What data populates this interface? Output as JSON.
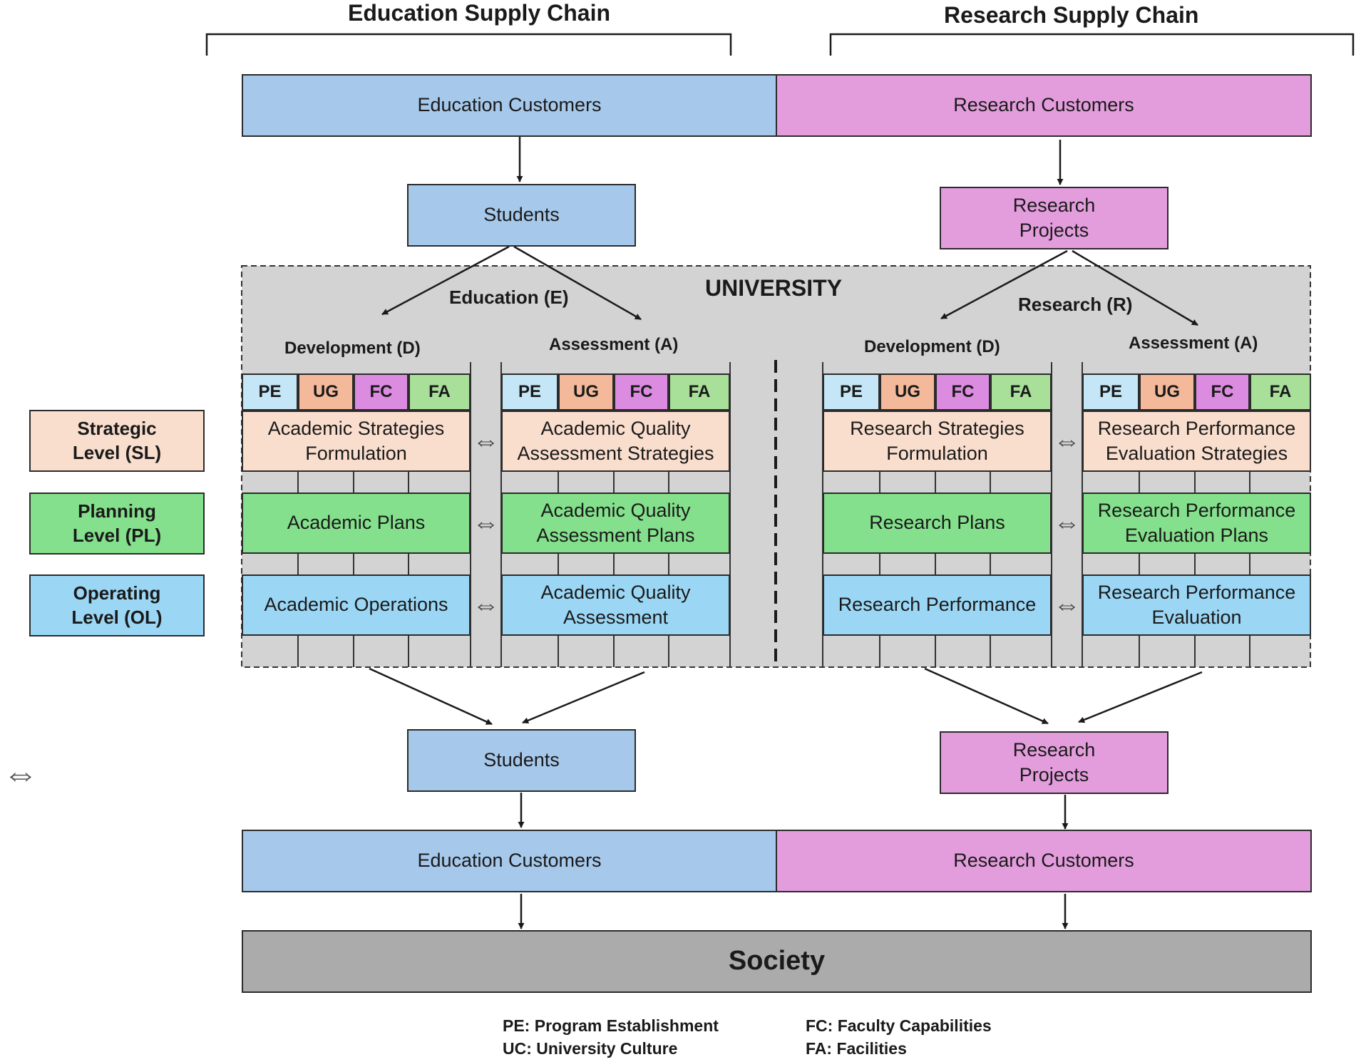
{
  "headers": {
    "education": "Education Supply Chain",
    "research": "Research Supply Chain"
  },
  "top": {
    "education_customers": "Education Customers",
    "research_customers": "Research Customers"
  },
  "inputs": {
    "students": "Students",
    "research_projects": "Research Projects"
  },
  "university": {
    "title": "UNIVERSITY",
    "education_label": "Education (E)",
    "research_label": "Research (R)",
    "development_label": "Development (D)",
    "assessment_label": "Assessment (A)",
    "chips": [
      "PE",
      "UG",
      "FC",
      "FA"
    ],
    "edu_dev": {
      "strategic": "Academic Strategies Formulation",
      "planning": "Academic Plans",
      "operating": "Academic Operations"
    },
    "edu_assess": {
      "strategic": "Academic Quality Assessment Strategies",
      "planning": "Academic Quality Assessment Plans",
      "operating": "Academic Quality Assessment"
    },
    "res_dev": {
      "strategic": "Research Strategies Formulation",
      "planning": "Research Plans",
      "operating": "Research Performance"
    },
    "res_assess": {
      "strategic": "Research Performance Evaluation Strategies",
      "planning": "Research Performance Evaluation Plans",
      "operating": "Research Performance Evaluation"
    },
    "bidirectional_symbol": "⇔"
  },
  "levels": {
    "strategic": "Strategic Level (SL)",
    "planning": "Planning Level (PL)",
    "operating": "Operating Level (OL)"
  },
  "outputs": {
    "students": "Students",
    "research_projects": "Research Projects"
  },
  "bottom": {
    "education_customers": "Education Customers",
    "research_customers": "Research Customers",
    "society": "Society"
  },
  "legend": {
    "pe": "PE: Program Establishment",
    "uc": "UC: University Culture",
    "fc": "FC: Faculty Capabilities",
    "fa": "FA: Facilities"
  },
  "colors": {
    "education": "#a6c8ea",
    "research": "#e39ddc",
    "university": "#d3d3d3",
    "strategic": "#f9dece",
    "planning": "#84e08c",
    "operating": "#9bd7f5",
    "society": "#ababab"
  }
}
